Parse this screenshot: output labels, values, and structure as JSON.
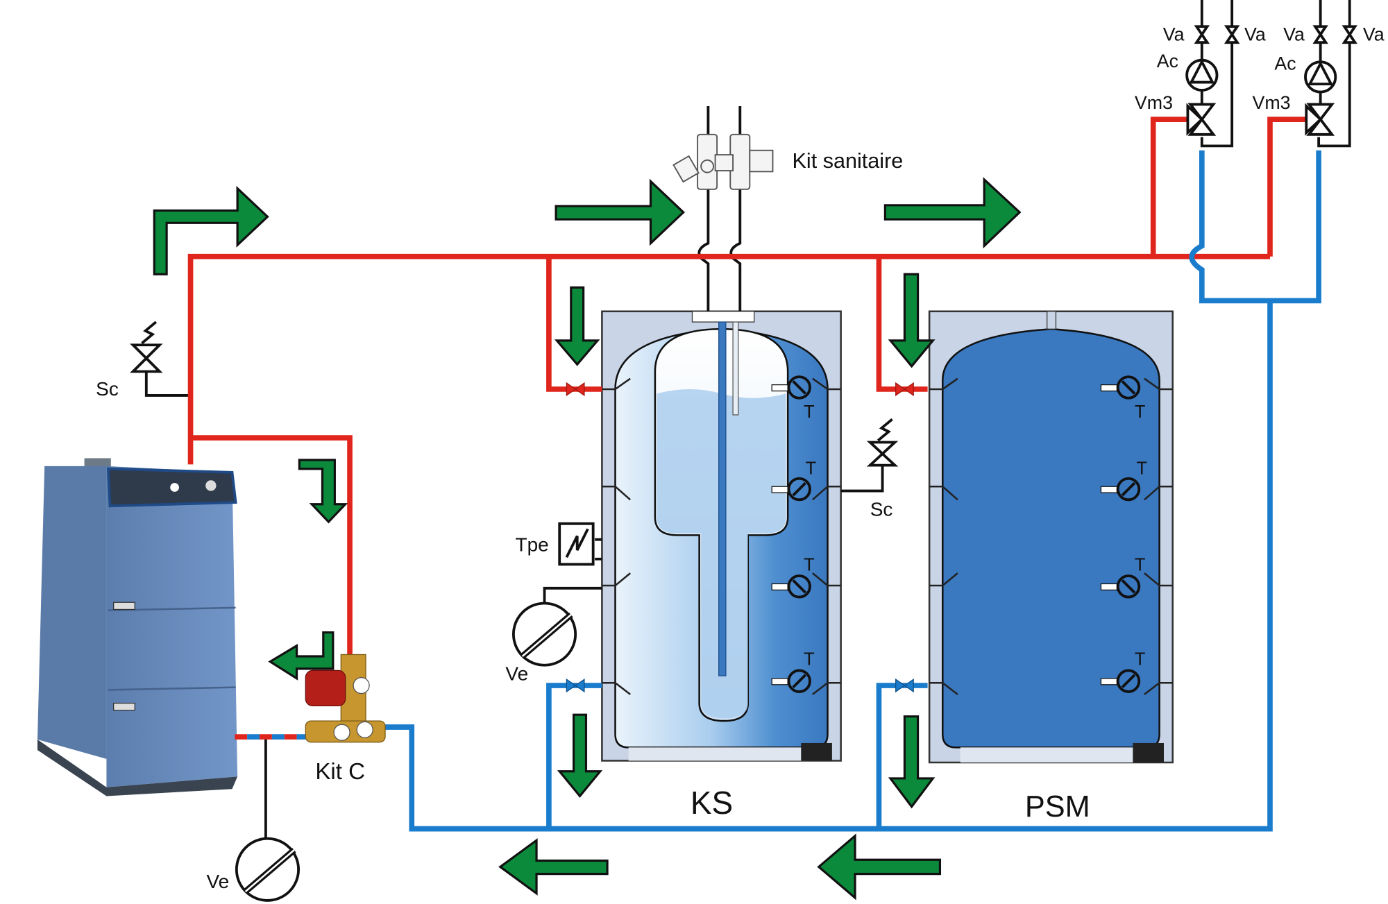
{
  "labels": {
    "kit_sanitaire": "Kit sanitaire",
    "ks": "KS",
    "psm": "PSM",
    "sc_left": "Sc",
    "sc_mid": "Sc",
    "tpe": "Tpe",
    "ve_tank": "Ve",
    "ve_boiler": "Ve",
    "kit_c": "Kit C",
    "va": [
      "Va",
      "Va",
      "Va",
      "Va"
    ],
    "ac": [
      "Ac",
      "Ac"
    ],
    "vm3": [
      "Vm3",
      "Vm3"
    ],
    "t": [
      "T",
      "T",
      "T",
      "T",
      "T",
      "T",
      "T",
      "T"
    ]
  },
  "colors": {
    "hot_pipe": "#e0261c",
    "cold_pipe": "#1a7ccc",
    "flow_arrow": "#0c8a3c",
    "tank_jacket": "#c9d5e6",
    "tank_water": "#3a78c0",
    "boiler": "#6a8fc2"
  }
}
